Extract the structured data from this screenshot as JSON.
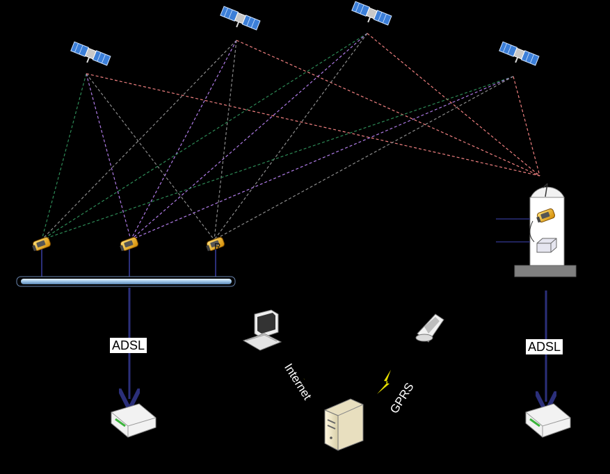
{
  "labels": {
    "adsl_left": "ADSL",
    "adsl_right": "ADSL",
    "internet": "Internet",
    "gprs": "GPRS",
    "reference_receiver_mark": "R"
  },
  "colors": {
    "background": "#000000",
    "link_green": "#2e8b57",
    "link_purple": "#b07ce8",
    "link_gray": "#8c8c8c",
    "link_salmon": "#f08080",
    "arrow_navy": "#2b2f7a",
    "receiver_yellow": "#f5b800",
    "bus_blue": "#b8d8f0",
    "lightning": "#e8e000"
  },
  "icons": {
    "satellites": [
      "satellite-icon",
      "satellite-icon",
      "satellite-icon",
      "satellite-icon"
    ],
    "receivers": [
      "gnss-receiver-icon",
      "gnss-receiver-icon",
      "gnss-receiver-icon"
    ],
    "station": "reference-station-dome-icon",
    "computer": "desktop-computer-icon",
    "phone": "mobile-phone-icon",
    "server": "server-tower-icon",
    "modems": [
      "adsl-modem-icon",
      "adsl-modem-icon"
    ]
  }
}
